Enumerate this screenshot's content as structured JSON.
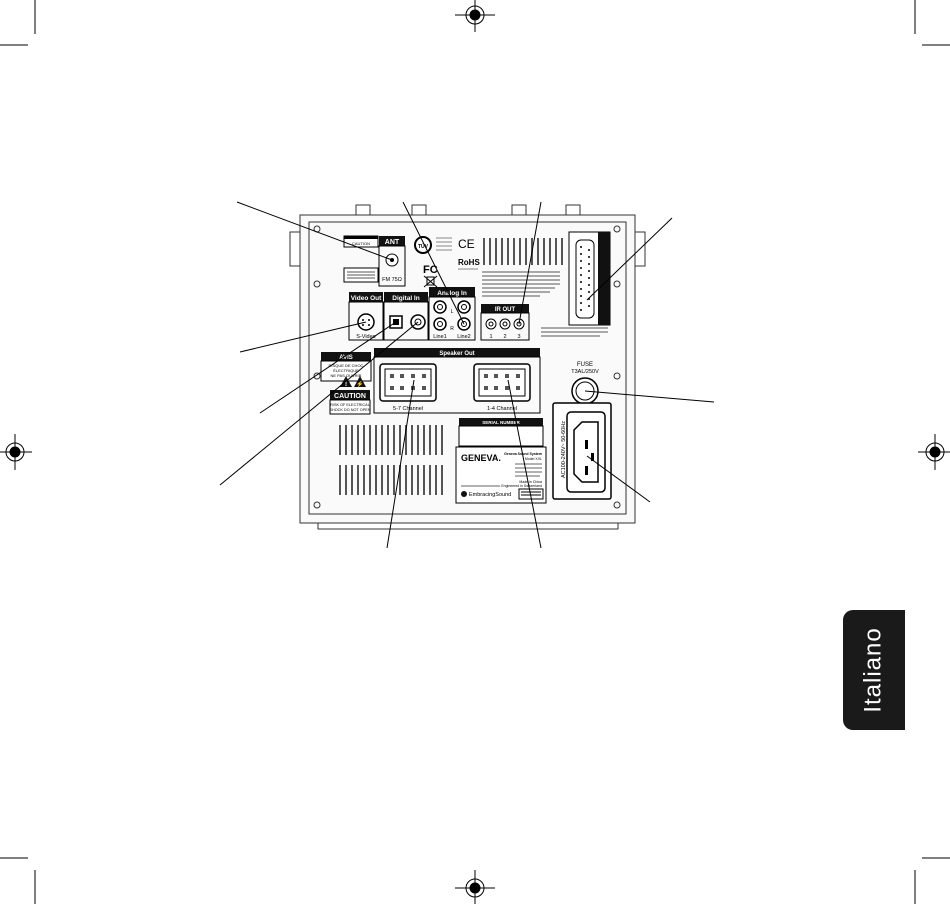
{
  "side_tab": {
    "label": "Italiano"
  },
  "panel": {
    "antenna": {
      "heading": "ANT",
      "sub": "FM 75Ω",
      "caution_tag": "CAUTION"
    },
    "video_out": {
      "heading": "Video Out",
      "sub": "S-Video"
    },
    "digital_in": {
      "heading": "Digital In"
    },
    "analog_in": {
      "heading": "Analog In",
      "l": "L",
      "r": "R",
      "line1": "Line1",
      "line2": "Line2"
    },
    "ir_out": {
      "heading": "IR OUT",
      "p1": "1",
      "p2": "2",
      "p3": "3"
    },
    "speaker_out": {
      "heading": "Speaker Out",
      "ch1": "5-7 Channel",
      "ch2": "1-4 Channel"
    },
    "fuse": {
      "heading": "FUSE",
      "rating": "T3AL/250V"
    },
    "power": {
      "rating": "AC100-240V~ 50-60Hz"
    },
    "serial": {
      "heading": "SERIAL NUMBER"
    },
    "brand": {
      "name": "GENEVA.",
      "embracing": "EmbracingSound",
      "product": "Geneva Sound System",
      "model": "Model XXL",
      "made": "Made in China",
      "designed": "Engineered in Switzerland"
    },
    "marks": {
      "ce": "CE",
      "fcc": "FC",
      "rohs": "RoHS",
      "tuv": "TÜV"
    },
    "warning_fr": {
      "heading": "AVIS",
      "l1": "RISQUE DE CHOC",
      "l2": "ÉLECTRIQUE",
      "l3": "NE PAS OUVRIR"
    },
    "warning_en": {
      "heading": "CAUTION",
      "l1": "RISK OF ELECTRICAL",
      "l2": "SHOCK DO NOT OPEN"
    }
  }
}
